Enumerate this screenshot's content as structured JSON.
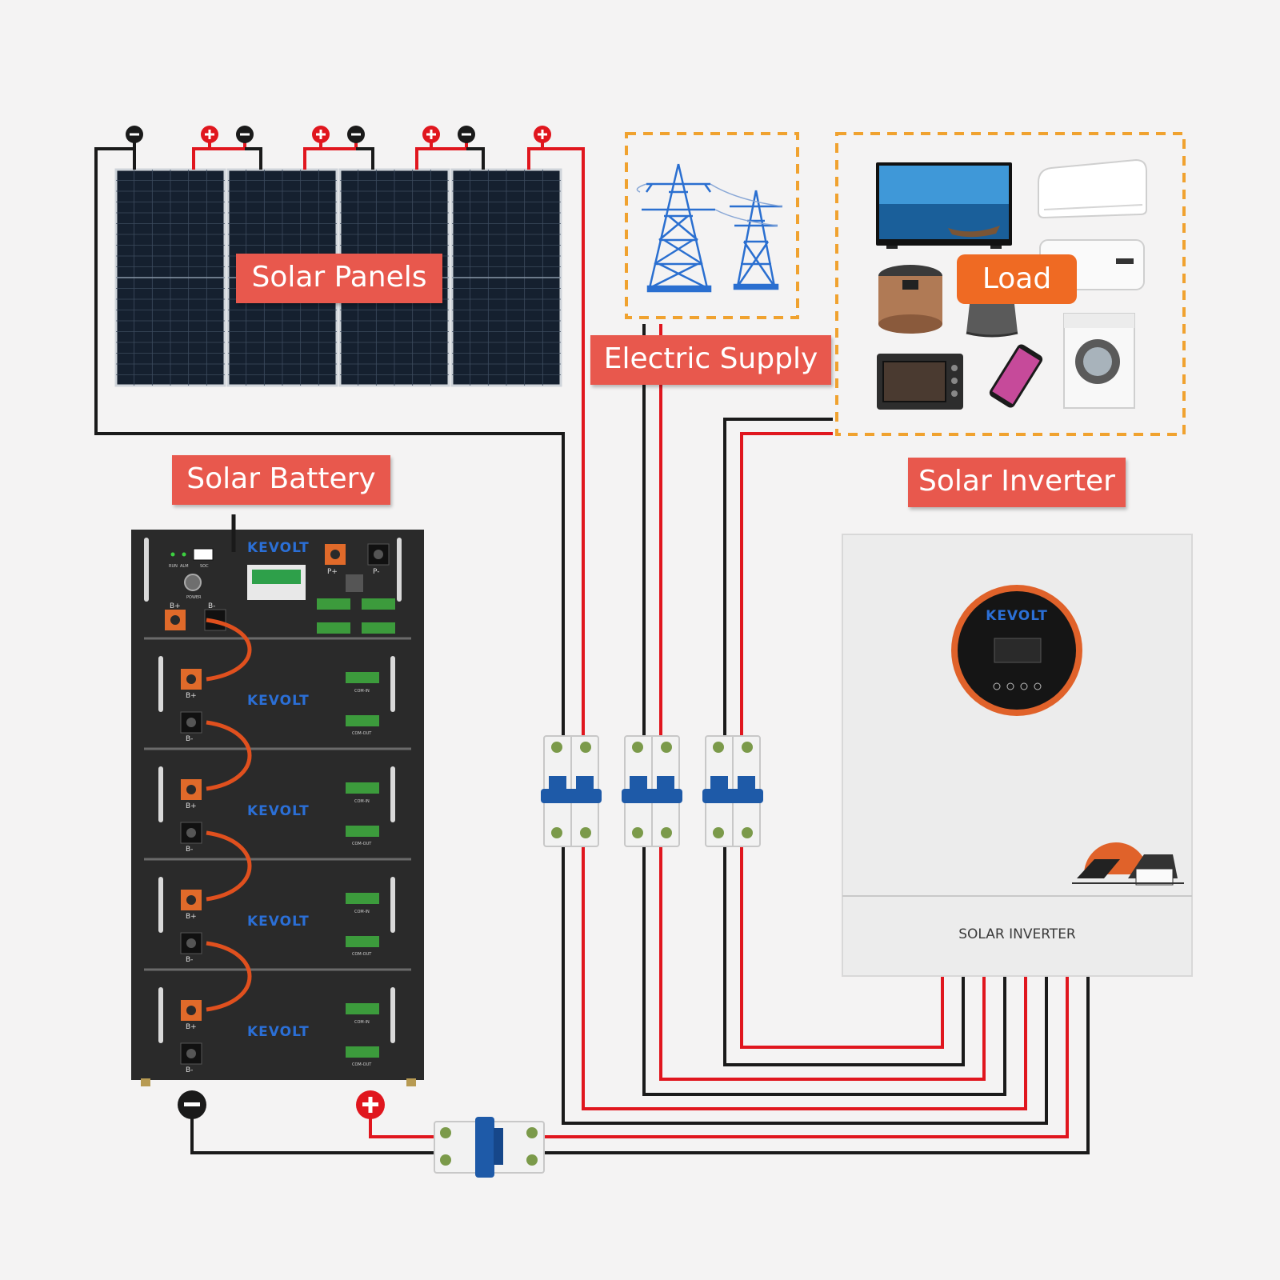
{
  "labels": {
    "solar_panels": "Solar Panels",
    "electric_supply": "Electric Supply",
    "load": "Load",
    "solar_battery": "Solar Battery",
    "solar_inverter": "Solar Inverter"
  },
  "inverter": {
    "caption": "SOLAR INVERTER",
    "brand": "KEVOLT"
  },
  "battery": {
    "brand": "KEVOLT",
    "module_count": 4,
    "control": {
      "p_plus": "P+",
      "p_minus": "P-",
      "b_plus": "B+",
      "b_minus": "B-",
      "power": "POWER",
      "soc": "SOC",
      "run": "RUN",
      "alm": "ALM"
    },
    "module_terms": {
      "b_plus": "B+",
      "b_minus": "B-",
      "com_in": "COM-IN",
      "com_out": "COM-OUT"
    }
  },
  "terminal_symbols": {
    "positive": "+",
    "negative": "−"
  },
  "colors": {
    "label_bg": "#e8584d",
    "load_bg": "#ef6a23",
    "wire_positive": "#e0161e",
    "wire_negative": "#1a1a1a",
    "dashed_border": "#f0a22f",
    "panel": "#15202f",
    "battery_body": "#2a2a2a",
    "breaker_handle": "#1e5aa8"
  },
  "icons": [
    "transmission-tower-icon",
    "tv-icon",
    "air-conditioner-icon",
    "rice-cooker-icon",
    "kettle-icon",
    "water-heater-icon",
    "oven-icon",
    "smartphone-icon",
    "washing-machine-icon",
    "house-sunset-icon"
  ]
}
